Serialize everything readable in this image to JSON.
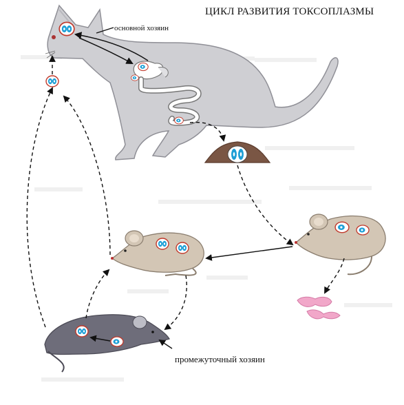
{
  "diagram": {
    "title": "ЦИКЛ РАЗВИТИЯ ТОКСОПЛАЗМЫ",
    "labels": {
      "definitive_host": "основной хозяин",
      "intermediate_host": "промежуточный хозяин"
    }
  },
  "colors": {
    "cat": "#cfcfd3",
    "cat_outline": "#8f8f96",
    "mouse": "#d3c6b5",
    "mouse_outline": "#8a7d6e",
    "rat": "#6e6d7a",
    "oocyst": "#7a5644",
    "parasite": "#f1a7c9",
    "cyst_ring": "#c0392b",
    "zoite": "#1e9fd6"
  }
}
